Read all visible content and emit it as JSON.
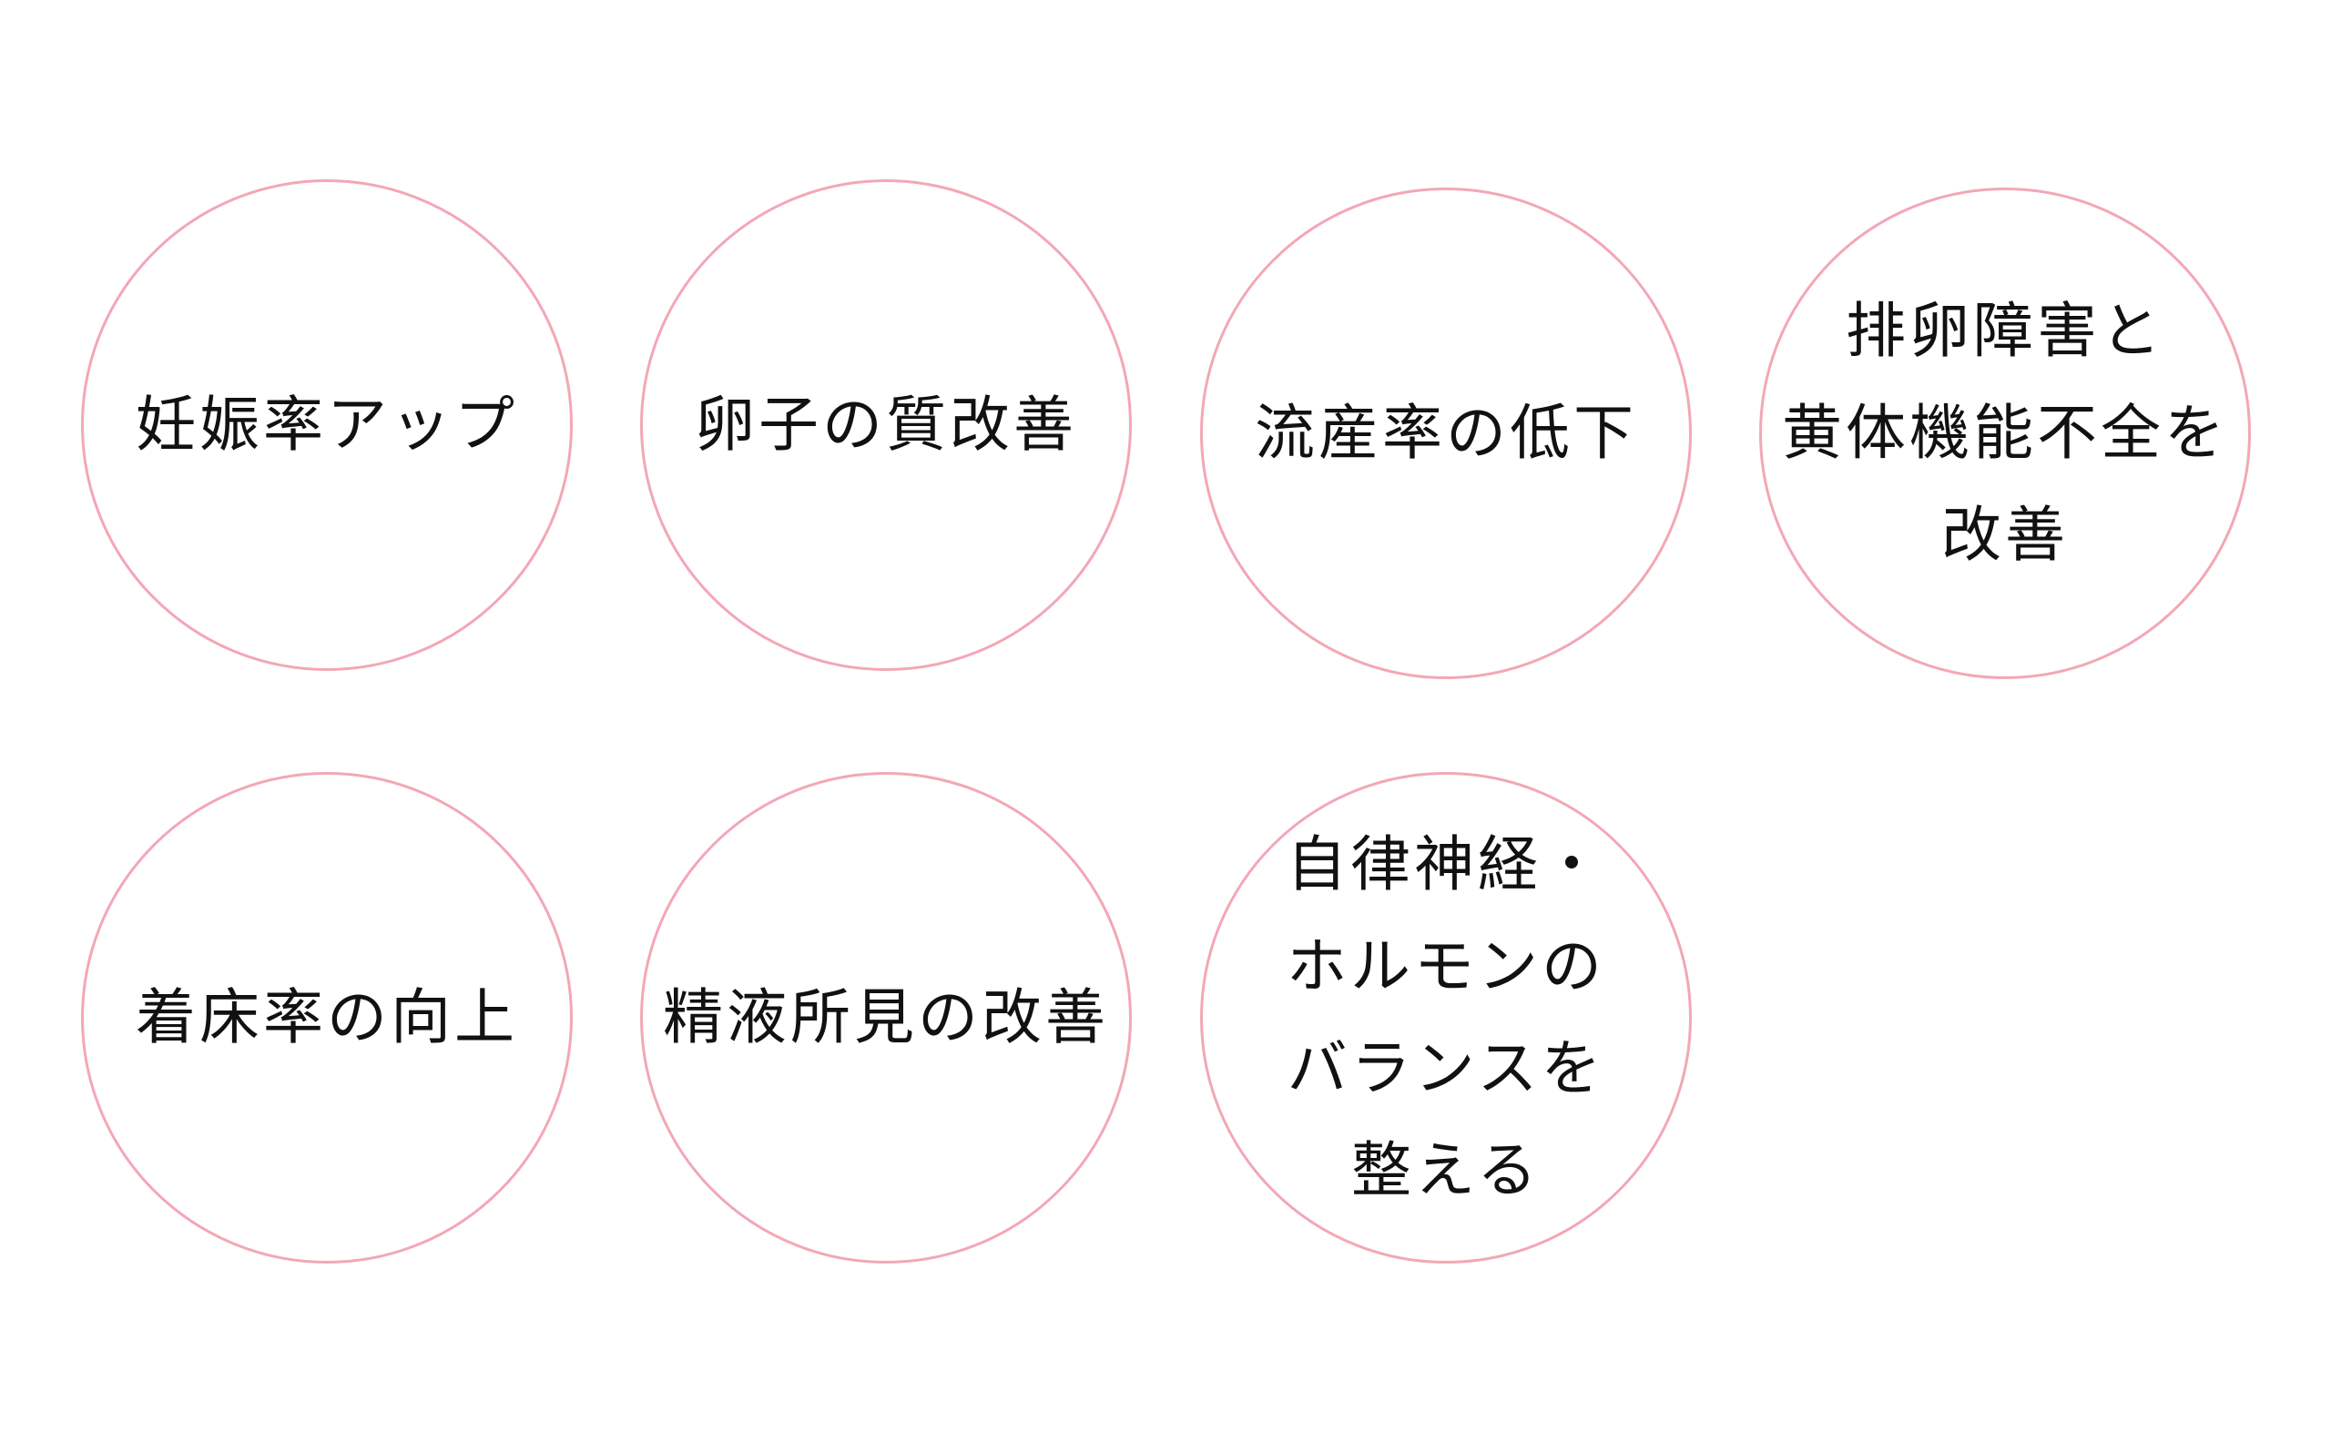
{
  "circles": [
    {
      "lines": [
        "妊娠率アップ"
      ]
    },
    {
      "lines": [
        "卵子の質改善"
      ]
    },
    {
      "lines": [
        "流産率の低下"
      ]
    },
    {
      "lines": [
        "排卵障害と",
        "黄体機能不全を",
        "改善"
      ]
    },
    {
      "lines": [
        "着床率の向上"
      ]
    },
    {
      "lines": [
        "精液所見の改善"
      ]
    },
    {
      "lines": [
        "自律神経・",
        "ホルモンの",
        "バランスを",
        "整える"
      ]
    }
  ],
  "colors": {
    "circle_border": "#f3a7b5",
    "text": "#111111",
    "background": "#ffffff"
  }
}
